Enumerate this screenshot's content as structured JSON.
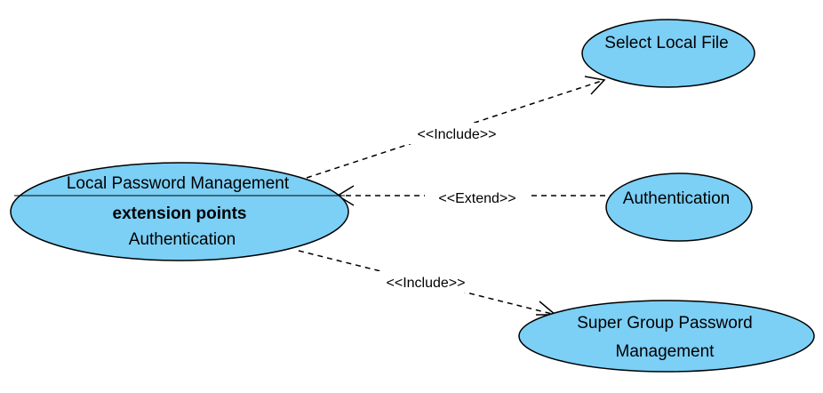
{
  "diagram": {
    "use_cases": {
      "local_password_management": {
        "name": "Local Password Management",
        "extension_points_heading": "extension points",
        "extension_point": "Authentication"
      },
      "select_local_file": {
        "name": "Select Local File"
      },
      "authentication": {
        "name": "Authentication"
      },
      "super_group_password_management": {
        "name_line1": "Super Group Password",
        "name_line2": "Management"
      }
    },
    "relationships": {
      "include_select_local_file": "<<Include>>",
      "extend_authentication": "<<Extend>>",
      "include_super_group": "<<Include>>"
    },
    "colors": {
      "use_case_fill": "#7ccff5",
      "outline": "#000000"
    }
  }
}
